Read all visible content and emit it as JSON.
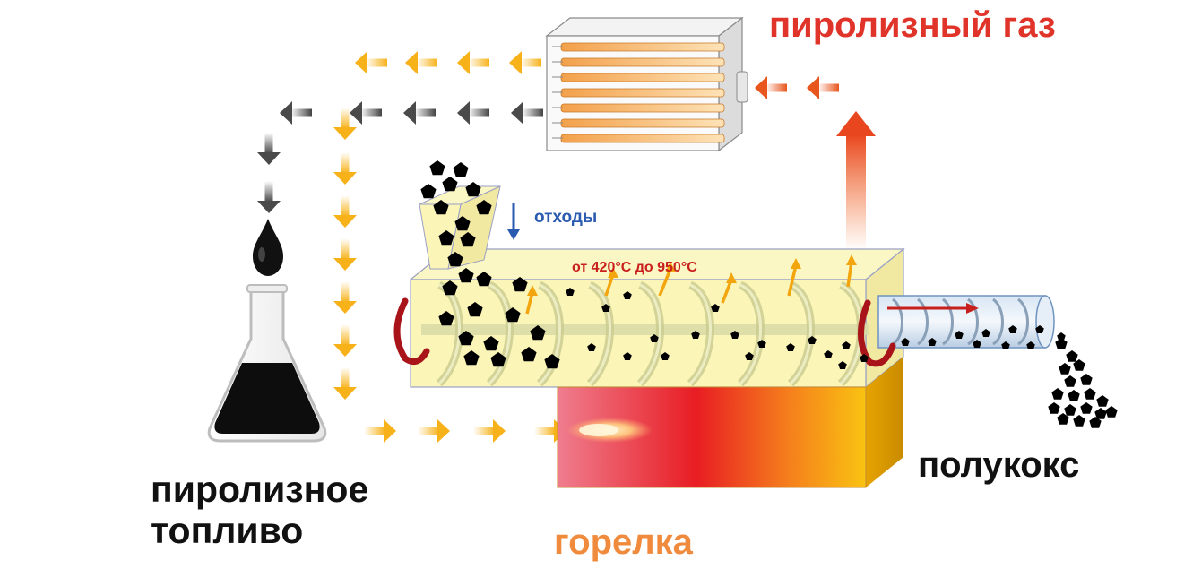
{
  "labels": {
    "pyrolysis_gas": "пиролизный газ",
    "waste": "отходы",
    "temperature": "от 420°C до 950°C",
    "semicoke": "полукокс",
    "fuel_line1": "пиролизное",
    "fuel_line2": "топливо",
    "burner": "горелка"
  },
  "colors": {
    "gas_label": "#e0342a",
    "burner_label": "#f08a3c",
    "waste_label": "#2a5bb0",
    "temp_label": "#c8201c",
    "heat_arrow": "#f7b21a",
    "oil_arrow": "#4a4a4a",
    "gas_arrow": "#e8561e",
    "reactor_fill": "#fbf6b8",
    "particles": "#000000"
  },
  "icons": [
    "condenser-icon",
    "flask-icon",
    "oil-drop-icon",
    "hopper-icon",
    "screw-conveyor-icon",
    "burner-flame-icon"
  ]
}
